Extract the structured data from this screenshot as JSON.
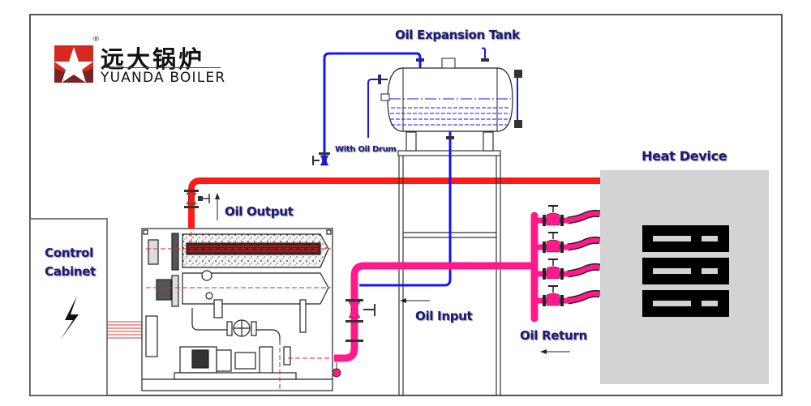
{
  "brand": {
    "name_cn": "远大锅炉",
    "name_en": "YUANDA BOILER",
    "registered_mark": "®",
    "colors": {
      "red": "#d6291f",
      "dark_red": "#7a2323"
    }
  },
  "labels": {
    "expansion_tank": "Oil Expansion Tank",
    "oil_drum": "With Oil Drum",
    "heat_device": "Heat Device",
    "oil_output": "Oil Output",
    "control_cabinet_line1": "Control",
    "control_cabinet_line2": "Cabinet",
    "oil_input": "Oil Input",
    "oil_return": "Oil Return"
  },
  "icons": {
    "control_cabinet": "lightning-bolt-icon",
    "heat_device": "radiator-icon",
    "logo": "star-logo-icon"
  },
  "colors": {
    "output_pipe": "#ff1a1a",
    "return_pipe": "#ff1a8c",
    "expansion_pipe": "#1414ff",
    "label_text": "#1a1a7a",
    "heat_device_fill": "#d4d3d4",
    "frame": "#555555"
  },
  "heat_device": {
    "radiator_rows": 3
  },
  "return_branches": 4
}
